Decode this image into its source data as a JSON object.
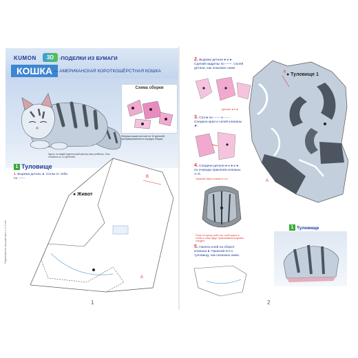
{
  "header": {
    "brand": "KUMON",
    "logo_text": "3D",
    "series": "-ПОДЕЛКИ ИЗ БУМАГИ",
    "title": "КОШКА",
    "subtitle": "— АМЕРИКАНСКАЯ КОРОТКОШЁРСТНАЯ КОШКА"
  },
  "left_page": {
    "scheme_title": "Схема сборки",
    "photo_caption": "Здесь готовый поделочный мастер ваш ребёнок. Она сложена из 12 деталей.",
    "scheme_caption": "Фигурка кошки состоит из 12 деталей, пронумерованных в порядке сборки.",
    "section_num": "1",
    "section_title": "Туловище",
    "step1_num": "1.",
    "step1_text": "Вырежи деталь ●. Согни от себи по ------",
    "part_label": "● Живот",
    "side_note": "Подготовлено при участии т.п. ©0 лет",
    "page_number": "1"
  },
  "right_page": {
    "step2_num": "2.",
    "step2_text": "Вырежи детали ● и ●. Сделай надрезы по ——. Склей детали, как показано ниже.",
    "step2_note": "Деталь ● и ●",
    "step3_num": "3.",
    "step3_text": "Согни по ------ и -·-·-. Соедини края и склей клапаны ★.",
    "step4_num": "4.",
    "step4_text": "Соедини детали ● и ● и ●. по очереди приклеив клапаны А–К.",
    "step4_note": "Приклей обрез клапан ● и ●.",
    "warning": "Поле не нужно клей так, чтоб широк ● чтобы к тому будут приклеиваться деталь следует.",
    "step5_num": "5.",
    "step5_text": "Нанеси клей на оборот клапана ●. Приклей его к туловищу, как показано ниже.",
    "part_label": "● Туловище 1",
    "section_num": "1",
    "section_title": "Туловище",
    "page_number": "2"
  },
  "colors": {
    "brand_blue": "#1e3c96",
    "accent_blue": "#3c86d2",
    "section_green": "#39a935",
    "step_red": "#e0382b",
    "cat_body": "#c3cfdd",
    "cat_stripe": "#4d5560"
  }
}
